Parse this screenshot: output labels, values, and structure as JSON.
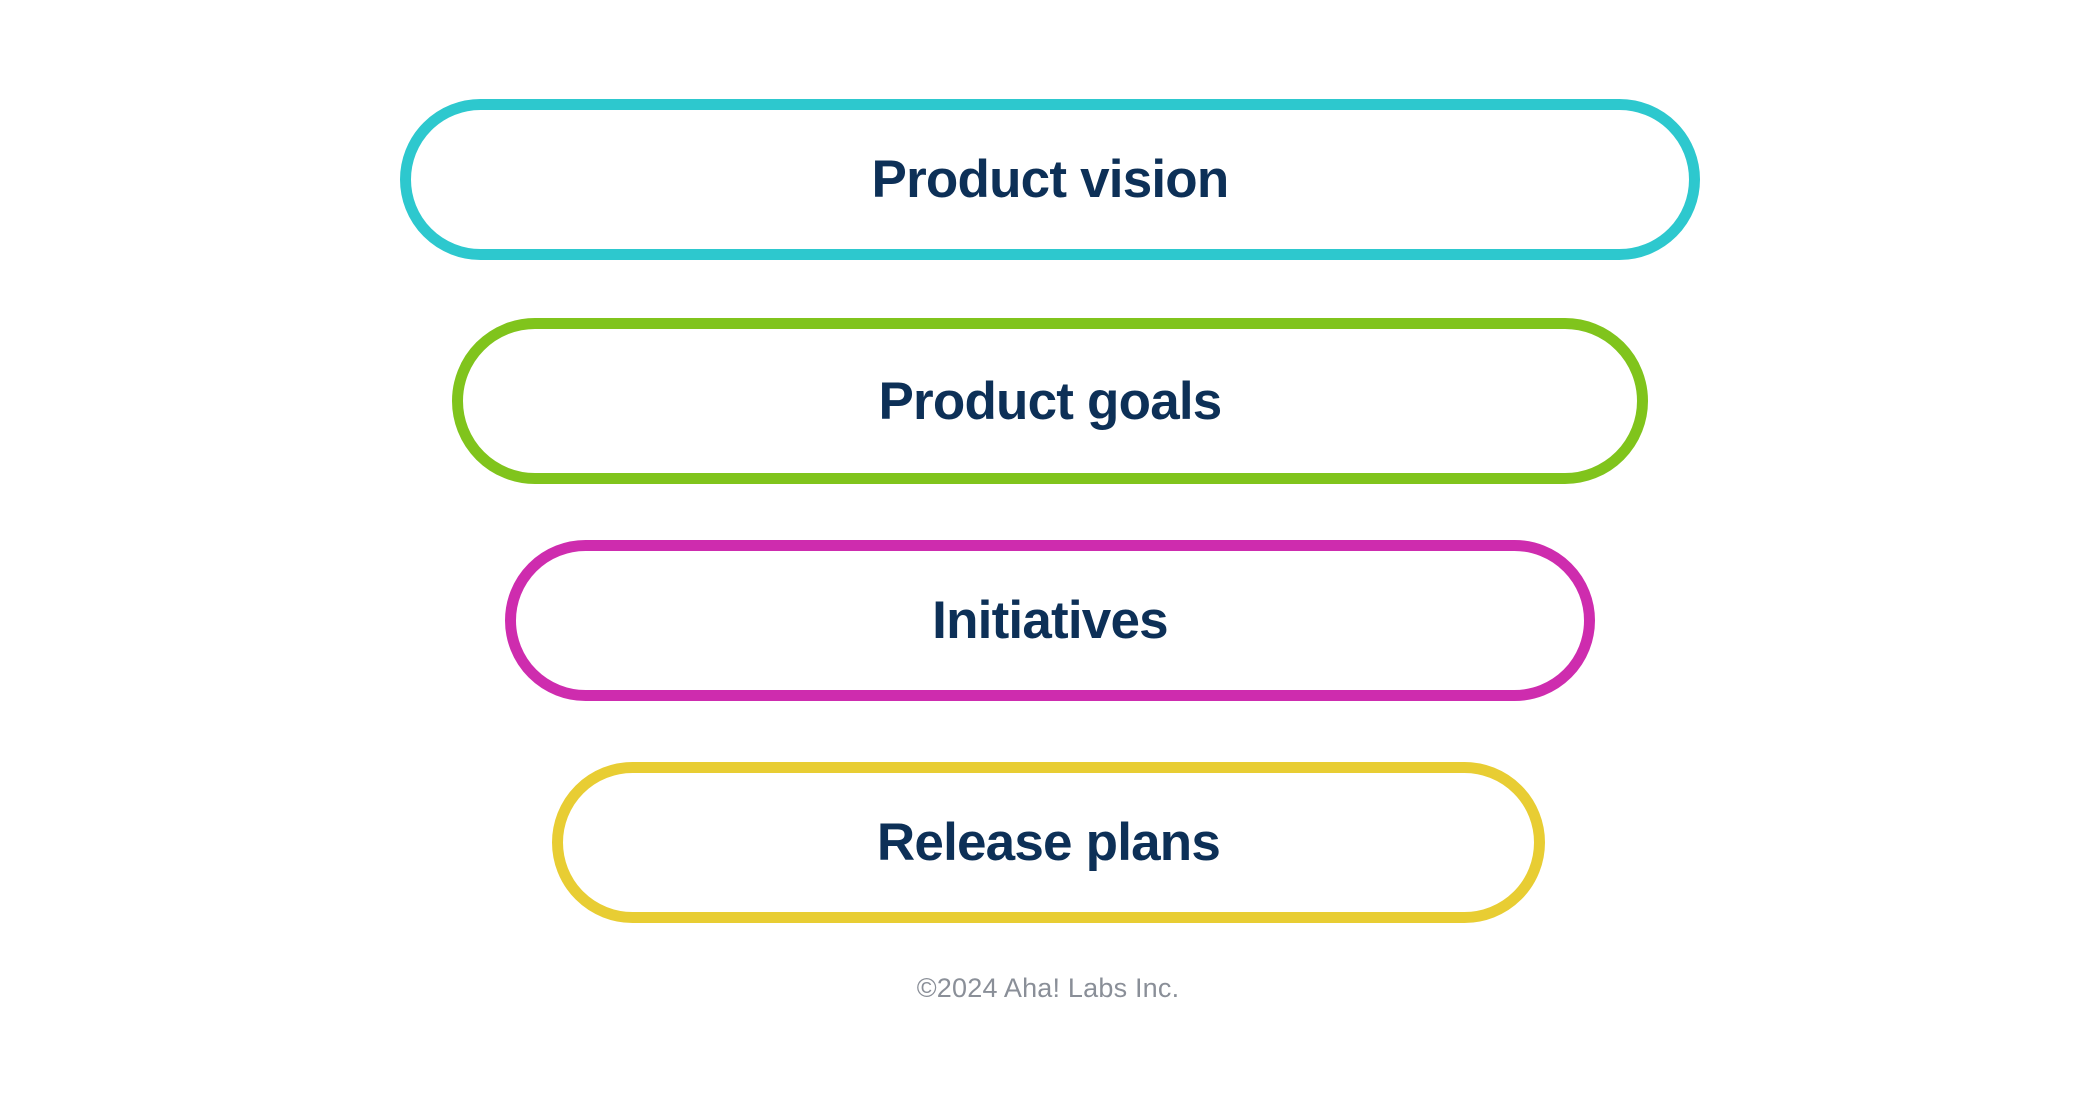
{
  "diagram": {
    "name": "product-strategy-funnel",
    "background_color": "#ffffff",
    "label_text_color": "#0d3057",
    "pills": [
      {
        "label": "Product vision",
        "border_color": "#2dc8ce",
        "fill_color": "#ffffff",
        "level": 1
      },
      {
        "label": "Product goals",
        "border_color": "#80c41c",
        "fill_color": "#ffffff",
        "level": 2
      },
      {
        "label": "Initiatives",
        "border_color": "#ce2cae",
        "fill_color": "#ffffff",
        "level": 3
      },
      {
        "label": "Release plans",
        "border_color": "#e8cd33",
        "fill_color": "#ffffff",
        "level": 4
      }
    ]
  },
  "footer": {
    "copyright": "©2024 Aha! Labs Inc.",
    "color": "#8a8f98"
  }
}
